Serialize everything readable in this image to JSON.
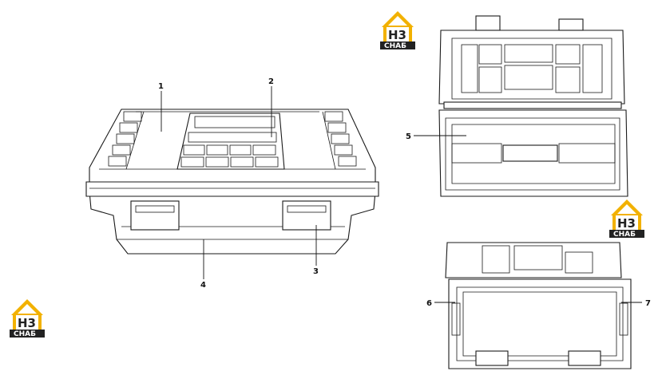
{
  "callouts": [
    {
      "id": "1",
      "label": "1"
    },
    {
      "id": "2",
      "label": "2"
    },
    {
      "id": "3",
      "label": "3"
    },
    {
      "id": "4",
      "label": "4"
    },
    {
      "id": "5",
      "label": "5"
    },
    {
      "id": "6",
      "label": "6"
    },
    {
      "id": "7",
      "label": "7"
    }
  ],
  "logo": {
    "mark": "H3",
    "word": "СНАБ",
    "colors": {
      "roof": "#f2b100",
      "dark": "#222222",
      "light": "#ffffff"
    }
  }
}
